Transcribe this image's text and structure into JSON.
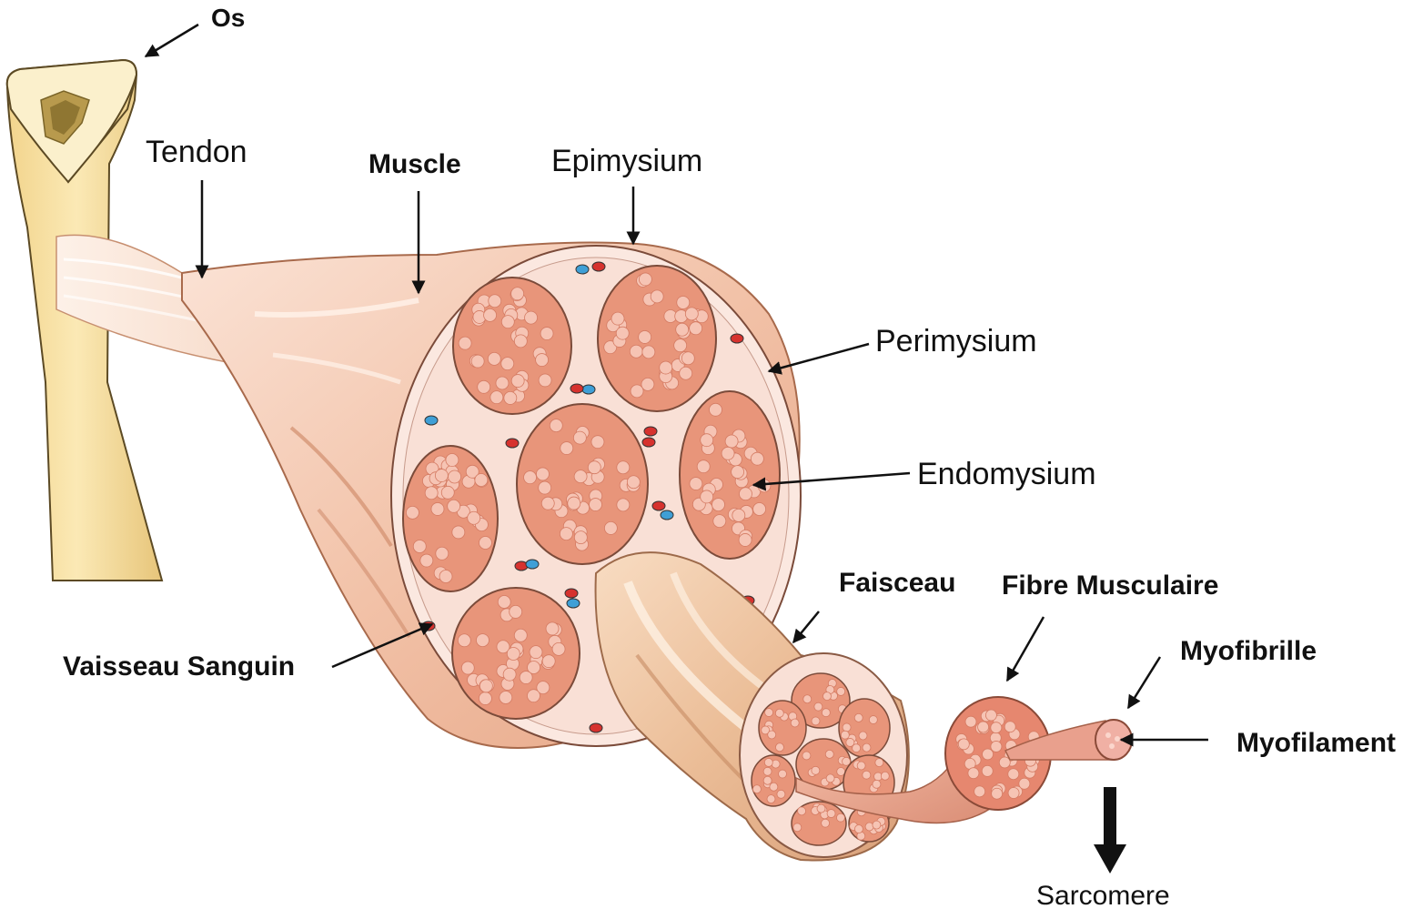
{
  "labels": {
    "os": "Os",
    "tendon": "Tendon",
    "muscle": "Muscle",
    "epimysium": "Epimysium",
    "perimysium": "Perimysium",
    "endomysium": "Endomysium",
    "faisceau": "Faisceau",
    "fibre_musculaire": "Fibre Musculaire",
    "myofibrille": "Myofibrille",
    "myofilament": "Myofilament",
    "vaisseau_sanguin": "Vaisseau Sanguin",
    "sarcomere": "Sarcomere"
  },
  "colors": {
    "bone": "#f6df9e",
    "bone_shade": "#e9c97a",
    "muscle_outer": "#efb99d",
    "muscle_light": "#f8d6c4",
    "fascicle_fill": "#e8957a",
    "fiber_dot": "#f6c4b4",
    "connective": "#fbe8e0",
    "vessel_blue": "#3f9fd6",
    "vessel_red": "#d6322e"
  }
}
